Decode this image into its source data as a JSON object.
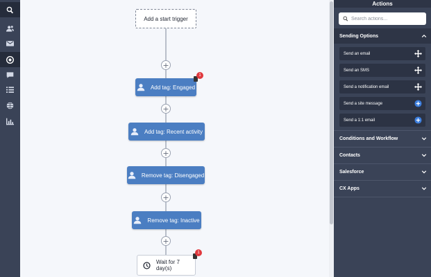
{
  "nav": {
    "items": [
      {
        "icon": "search-icon"
      },
      {
        "icon": "contacts-icon"
      },
      {
        "icon": "mail-icon"
      },
      {
        "icon": "automations-icon"
      },
      {
        "icon": "chat-icon"
      },
      {
        "icon": "list-icon"
      },
      {
        "icon": "globe-icon"
      },
      {
        "icon": "reports-icon"
      }
    ]
  },
  "canvas": {
    "trigger_label": "Add a start trigger",
    "steps": [
      {
        "label": "Add tag: Engaged",
        "badge": "1"
      },
      {
        "label": "Add tag: Recent activity"
      },
      {
        "label": "Remove tag: Disengaged"
      },
      {
        "label": "Remove tag: Inactive"
      }
    ],
    "wait": {
      "label": "Wait for 7 day(s)",
      "badge": "1"
    },
    "plus_label": "+"
  },
  "panel": {
    "title": "Actions",
    "search_placeholder": "Search actions...",
    "sections": [
      {
        "label": "Sending Options",
        "expanded": true,
        "actions": [
          {
            "label": "Send an email",
            "icon": "move-icon"
          },
          {
            "label": "Send an SMS",
            "icon": "move-icon"
          },
          {
            "label": "Send a notification email",
            "icon": "move-icon"
          },
          {
            "label": "Send a site message",
            "icon": "add-circle-icon"
          },
          {
            "label": "Send a 1:1 email",
            "icon": "add-circle-icon"
          }
        ]
      },
      {
        "label": "Conditions and Workflow",
        "expanded": false
      },
      {
        "label": "Contacts",
        "expanded": false
      },
      {
        "label": "Salesforce",
        "expanded": false
      },
      {
        "label": "CX Apps",
        "expanded": false
      }
    ]
  },
  "colors": {
    "nav_bg": "#3a4357",
    "canvas_bg": "#f5f7fb",
    "node_blue": "#4b7ec2",
    "panel_bg": "#3a4357",
    "accent_blue": "#3b7ddd",
    "badge_red": "#e0393e"
  }
}
